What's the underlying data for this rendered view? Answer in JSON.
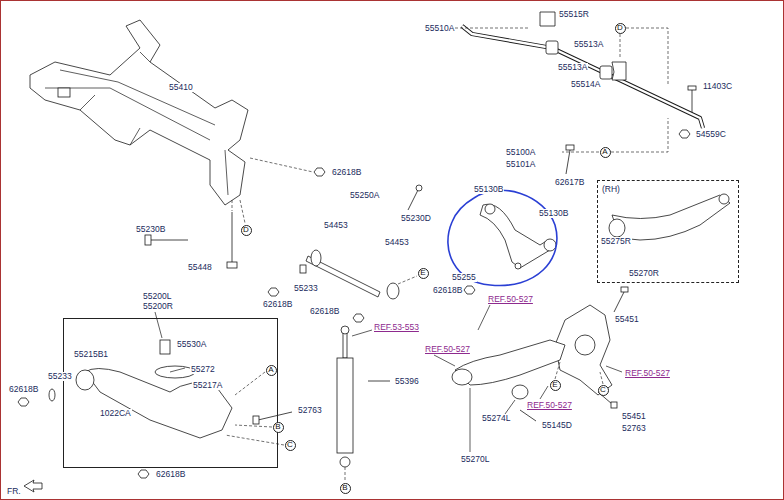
{
  "diagram": {
    "nodes": [
      {
        "text": [
          "D"
        ]
      },
      {
        "text": [
          "A"
        ]
      },
      {
        "text": [
          "(RH)",
          "55275R",
          "55270R"
        ]
      },
      {
        "text": [
          "D"
        ]
      },
      {
        "text": [
          "E"
        ]
      },
      {
        "text": [
          "55530A",
          "55215B1",
          "55272",
          "55217A",
          "1022CA"
        ]
      },
      {
        "text": [
          "A"
        ]
      },
      {
        "text": [
          "E"
        ]
      },
      {
        "text": [
          "C"
        ]
      },
      {
        "text": [
          "B"
        ]
      },
      {
        "text": [
          "C"
        ]
      },
      {
        "text": [
          "B"
        ]
      }
    ],
    "labels": [
      "55510A",
      "55515R",
      "55513A",
      "55513A",
      "55514A",
      "11403C",
      "54559C",
      "55410",
      "62618B",
      "55100A",
      "55101A",
      "62617B",
      "55130B",
      "55130B",
      "55250A",
      "55230D",
      "54453",
      "54453",
      "55230B",
      "55448",
      "55233",
      "62618B",
      "62618B",
      "55200L",
      "55200R",
      "55255",
      "62618B",
      "REF.50-527",
      "REF.53-553",
      "55451",
      "REF.50-527",
      "55233",
      "62618B",
      "REF.50-527",
      "55396",
      "REF.50-527",
      "52763",
      "55274L",
      "55145D",
      "55451",
      "52763",
      "55270L",
      "62618B",
      "FR."
    ]
  }
}
